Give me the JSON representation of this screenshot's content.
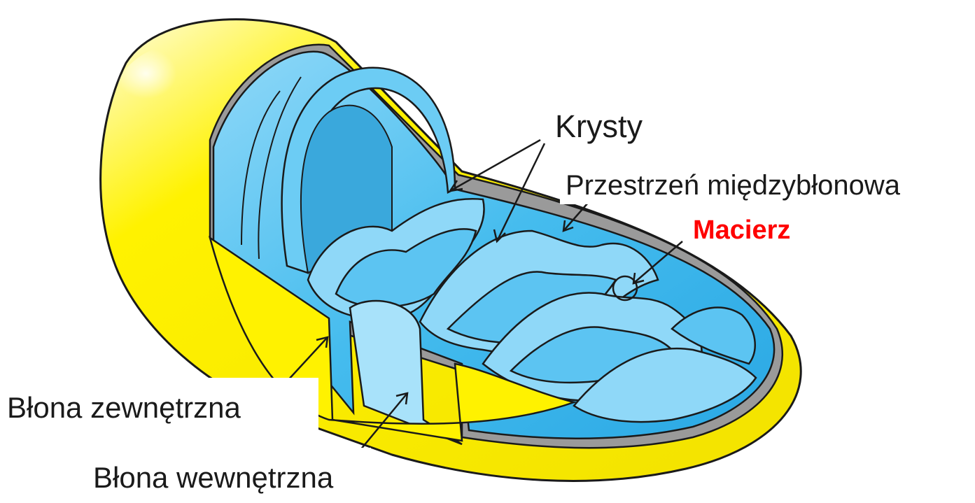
{
  "labels": {
    "cristae": "Krysty",
    "intermembrane_space": "Przestrzeń międzybłonowa",
    "matrix": "Macierz",
    "outer_membrane": "Błona zewnętrzna",
    "inner_membrane": "Błona wewnętrzna"
  },
  "colors": {
    "outer_membrane": "#fff200",
    "outer_membrane_edge": "#1a1a1a",
    "inner_membrane": "#40b8ee",
    "inner_membrane_light": "#a8e2fa",
    "intermembrane_gap": "#9a9a9a",
    "matrix_label": "#ff0000",
    "label_text": "#1a1a1a"
  }
}
